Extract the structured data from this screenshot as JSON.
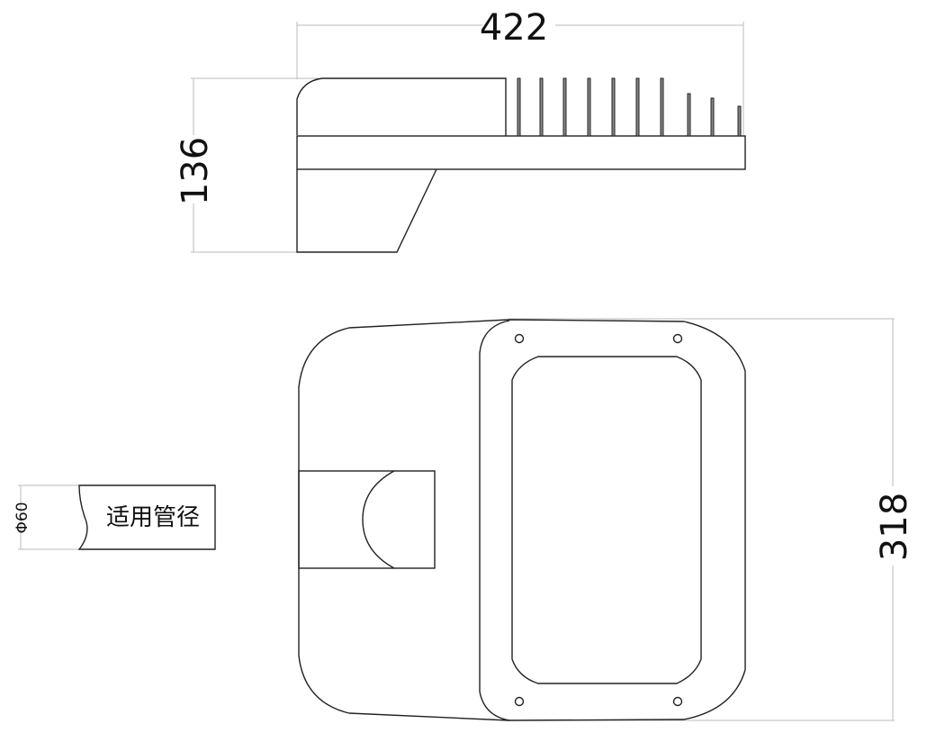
{
  "drawing": {
    "subject": "streetlight housing",
    "dimensions": {
      "width_label": "422",
      "height_side_label": "136",
      "depth_label": "318",
      "pipe_diameter_label": "Φ60"
    },
    "pipe_note": "适用管径",
    "views": [
      "side-view",
      "top-view",
      "pipe-adapter-detail"
    ],
    "colors": {
      "line": "#222222",
      "dimension_line": "#bbbbbb",
      "fin_fill": "#888888"
    }
  }
}
